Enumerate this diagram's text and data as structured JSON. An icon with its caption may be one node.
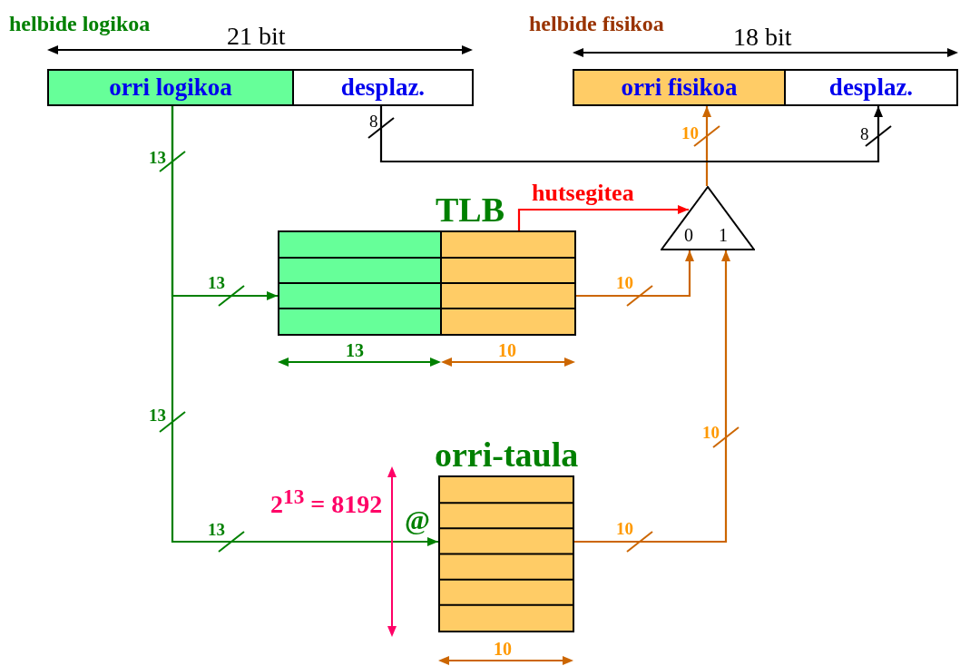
{
  "diagram": {
    "nodes": [
      {
        "text": [
          "orri logikoa"
        ]
      },
      {
        "text": [
          "desplaz."
        ]
      },
      {
        "text": [
          "orri fisikoa"
        ]
      },
      {
        "text": [
          "desplaz."
        ]
      },
      {
        "text": [
          "TLB"
        ]
      },
      {
        "text": [
          "0",
          "1"
        ]
      },
      {
        "text": [
          "orri-taula"
        ]
      }
    ],
    "edges": [
      {
        "from": 0,
        "to": 4,
        "arrow": "to",
        "color": "#008000"
      },
      {
        "from": 0,
        "to": 6,
        "arrow": "to",
        "color": "#008000"
      },
      {
        "from": 4,
        "to": 5,
        "arrow": "to"
      },
      {
        "from": 6,
        "to": 5,
        "arrow": "to"
      },
      {
        "from": 4,
        "to": 5,
        "arrow": "to",
        "label": "hutsegitea",
        "color": "#ff0000"
      },
      {
        "from": 5,
        "to": 2,
        "arrow": "to"
      },
      {
        "from": 1,
        "to": 3,
        "arrow": "to",
        "color": "#000000"
      }
    ],
    "labels": [
      "helbide logikoa",
      "21 bit",
      "helbide fisikoa",
      "18 bit",
      "8",
      "10",
      "8",
      "13",
      "13",
      "10",
      "13",
      "10",
      "13",
      "10",
      "13",
      "10",
      "2$^{13}$ = 8192",
      "@",
      "10"
    ]
  }
}
